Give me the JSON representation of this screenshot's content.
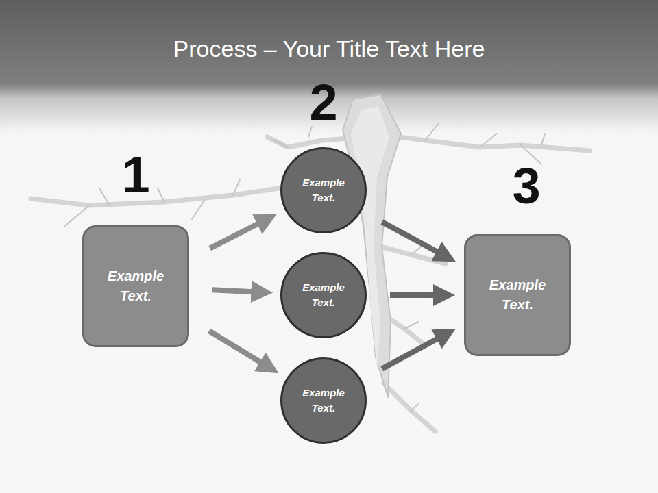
{
  "diagram": {
    "title": "Process – Your Title Text Here",
    "nodes": [
      {
        "text": [
          "Example Text."
        ]
      },
      {
        "text": [
          "Example Text."
        ]
      },
      {
        "text": [
          "Example Text."
        ]
      },
      {
        "text": [
          "Example Text."
        ]
      },
      {
        "text": [
          "Example Text."
        ]
      }
    ],
    "edges": [
      {
        "from": 0,
        "to": 1,
        "arrow": "to"
      },
      {
        "from": 0,
        "to": 2,
        "arrow": "to"
      },
      {
        "from": 0,
        "to": 3,
        "arrow": "to"
      },
      {
        "from": 1,
        "to": 4,
        "arrow": "to"
      },
      {
        "from": 2,
        "to": 4,
        "arrow": "to"
      },
      {
        "from": 3,
        "to": 4,
        "arrow": "to"
      }
    ],
    "labels": [
      "1",
      "2",
      "3"
    ]
  }
}
